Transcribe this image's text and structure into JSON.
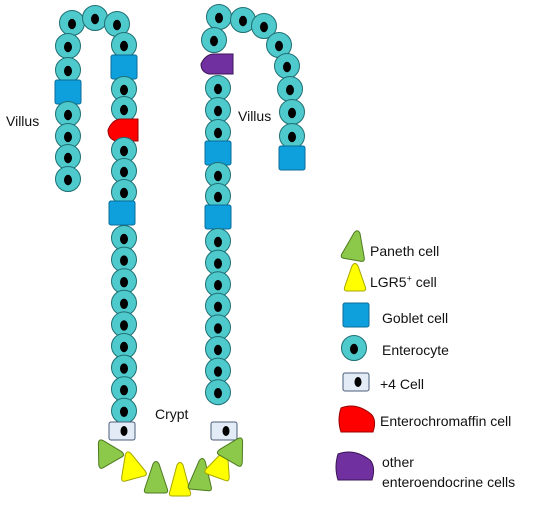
{
  "labels": {
    "villus_left": "Villus",
    "villus_right": "Villus",
    "crypt": "Crypt"
  },
  "legend": {
    "paneth": "Paneth cell",
    "lgr5_prefix": "LGR5",
    "lgr5_sup": "+",
    "lgr5_suffix": " cell",
    "goblet": "Goblet cell",
    "enterocyte": "Enterocyte",
    "plus4": "+4 Cell",
    "enterochromaffin": "Enterochromaffin cell",
    "other_line1": "other",
    "other_line2": "enteroendocrine cells"
  },
  "colors": {
    "enterocyte": "#4ec9cc",
    "goblet": "#0da0dc",
    "paneth": "#8cc84a",
    "lgr5": "#ffff00",
    "plus4": "#e3ebf6",
    "enterochromaffin": "#ff0000",
    "other_enteroendocrine": "#7030a0",
    "nucleus": "#000000"
  }
}
